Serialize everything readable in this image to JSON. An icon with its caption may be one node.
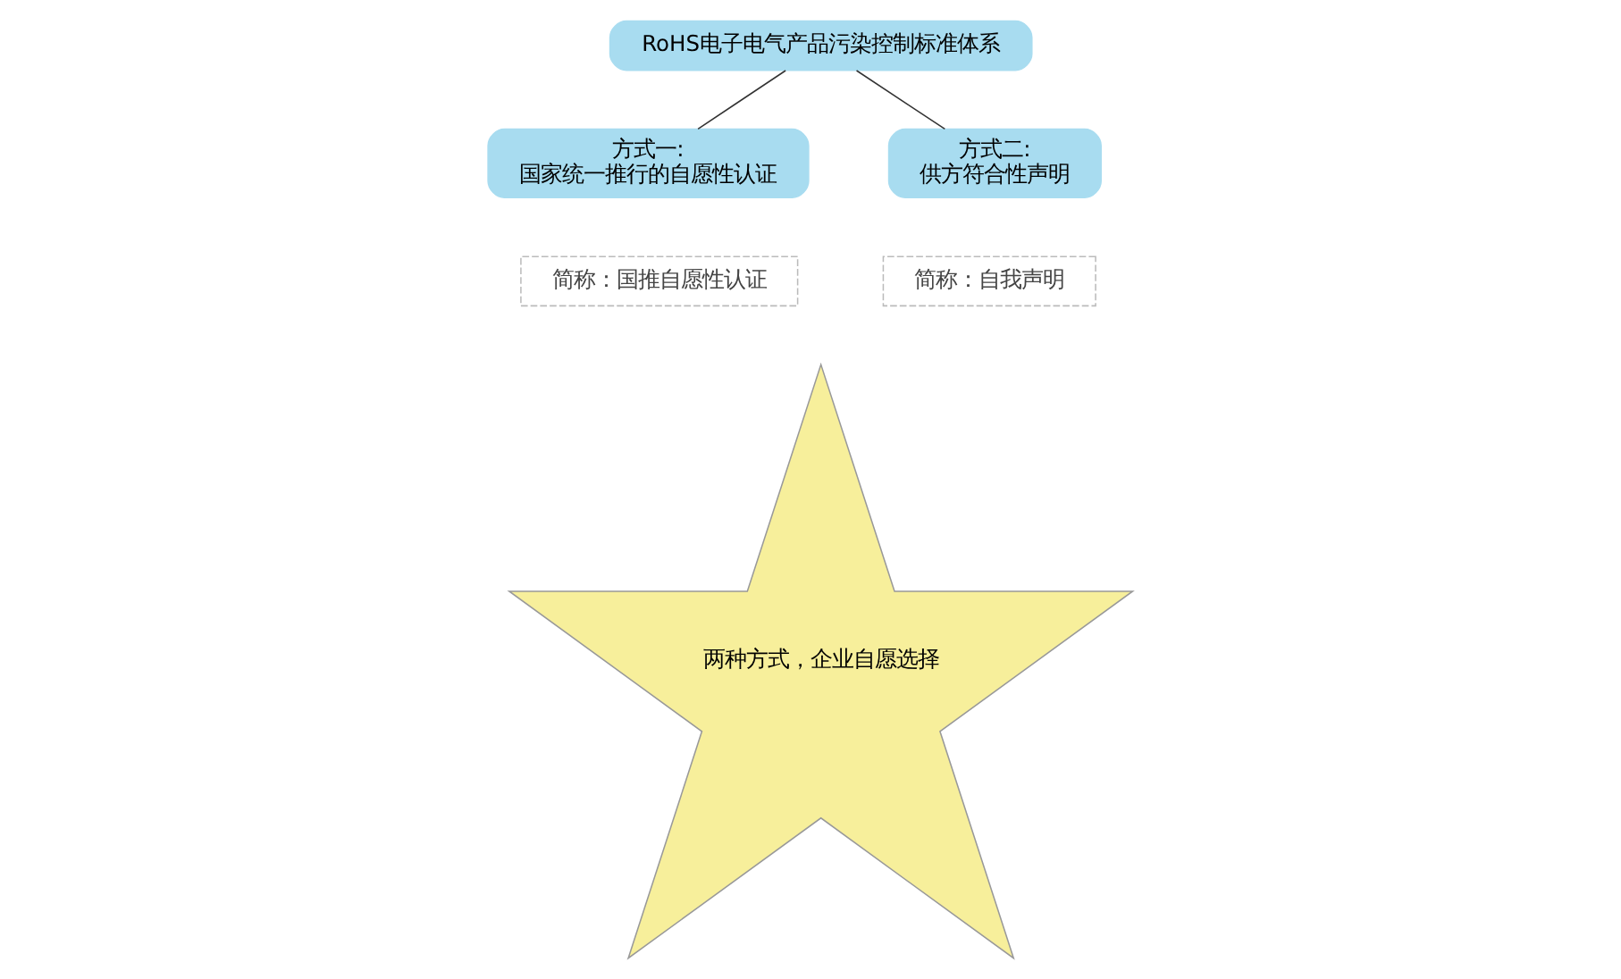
{
  "diagram": {
    "nodes": [
      {
        "text": [
          "RoHS电子电气产品污染控制标准体系"
        ]
      },
      {
        "text": [
          "方式一:",
          "国家统一推行的自愿性认证"
        ],
        "beside": [
          "简称：国推自愿性认证"
        ]
      },
      {
        "text": [
          "方式二:",
          "供方符合性声明"
        ],
        "beside": [
          "简称：自我声明"
        ]
      },
      {
        "text": [
          "两种方式，企业自愿选择"
        ]
      }
    ],
    "edges": [
      {
        "from": 0,
        "to": 1,
        "arrow": "none"
      },
      {
        "from": 0,
        "to": 2,
        "arrow": "none"
      }
    ]
  }
}
